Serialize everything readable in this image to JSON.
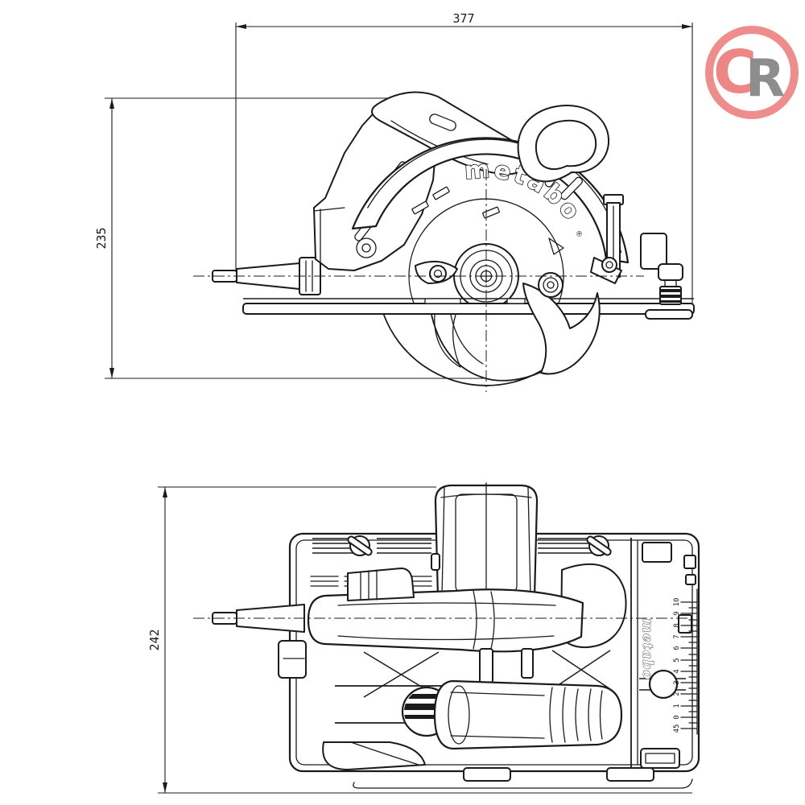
{
  "drawing": {
    "background_color": "#ffffff",
    "line_color": "#1b1b1b",
    "description_labels": {
      "side_view": "side-view-of-circular-saw",
      "top_view": "top-view-of-circular-saw"
    }
  },
  "dimensions": {
    "overall_width": "377",
    "overall_height": "235",
    "overall_depth": "242"
  },
  "branding": {
    "blade_guard_text": "metabo",
    "registered_mark": "®",
    "motor_script_text": "metabo"
  },
  "top_view": {
    "depth_scale": {
      "labels": [
        "10",
        "9",
        "8",
        "7",
        "6",
        "5",
        "4",
        "3",
        "2",
        "1",
        "0",
        "45"
      ]
    }
  },
  "watermark": {
    "letter_c": "C",
    "letter_r": "R",
    "ring_color": "#ef8d8d",
    "letter_c_color": "#ee8686",
    "letter_r_color": "#8d8d8d"
  }
}
